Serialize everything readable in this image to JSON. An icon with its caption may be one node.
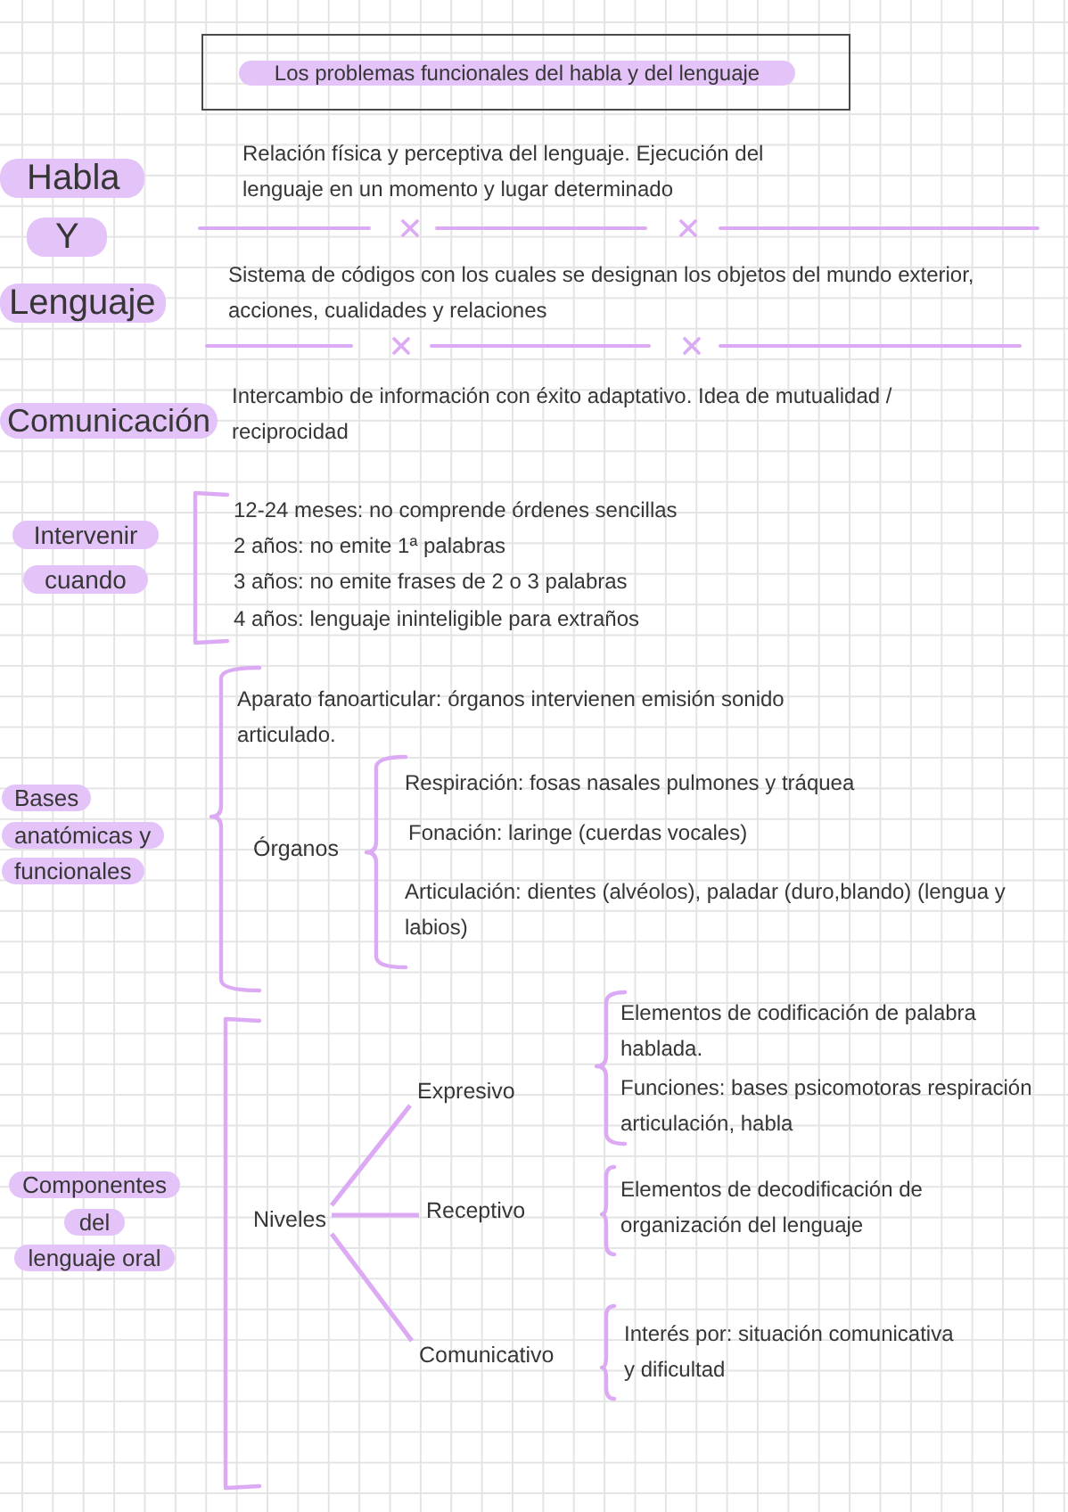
{
  "diagram": {
    "title": "Los problemas funcionales del habla y del lenguaje",
    "nodes": [
      {
        "text": [
          "Habla"
        ]
      },
      {
        "text": [
          "Y"
        ]
      },
      {
        "text": [
          "Lenguaje"
        ],
        "beside": [
          "Sistema de códigos con los cuales se designan los objetos del mundo exterior, acciones, cualidades y relaciones"
        ]
      },
      {
        "text": [
          "Comunicación"
        ],
        "beside": [
          "Intercambio de información con éxito adaptativo. Idea de mutualidad / reciprocidad"
        ]
      },
      {
        "text": [
          "Intervenir cuando"
        ],
        "beside": [
          "12-24 meses: no comprende órdenes sencillas",
          "2 años: no emite 1ª palabras",
          "3 años: no emite frases de 2 o 3 palabras",
          "4 años: lenguaje ininteligible para extraños"
        ]
      },
      {
        "text": [
          "Bases anatómicas y funcionales"
        ],
        "beside": [
          "Aparato fanoarticular: órganos intervienen emisión sonido articulado.",
          "Órganos",
          "Respiración: fosas nasales pulmones y tráquea",
          "Fonación: laringe (cuerdas vocales)",
          "Articulación: dientes (alvéolos), paladar (duro,blando) (lengua y labios)"
        ]
      },
      {
        "text": [
          "Componentes del lenguaje oral"
        ]
      },
      {
        "text": [
          "Niveles"
        ]
      },
      {
        "text": [
          "Expresivo"
        ],
        "beside": [
          "Elementos de codificación de palabra hablada.",
          "Funciones: bases psicomotoras respiración articulación, habla"
        ]
      },
      {
        "text": [
          "Receptivo"
        ]
      },
      {
        "text": [
          "Comunicativo"
        ],
        "beside": [
          "Interés por: situación comunicativa y dificultad"
        ]
      }
    ],
    "edges": [
      {
        "from": 7,
        "to": 8,
        "arrow": "none"
      },
      {
        "from": 7,
        "to": 9,
        "arrow": "none"
      },
      {
        "from": 7,
        "to": 10,
        "arrow": "none"
      }
    ],
    "labels": [
      "Relación física y perceptiva del lenguaje. Ejecución del lenguaje en un momento y lugar determinado",
      "Elementos de decodificación de organización del lenguaje"
    ]
  }
}
